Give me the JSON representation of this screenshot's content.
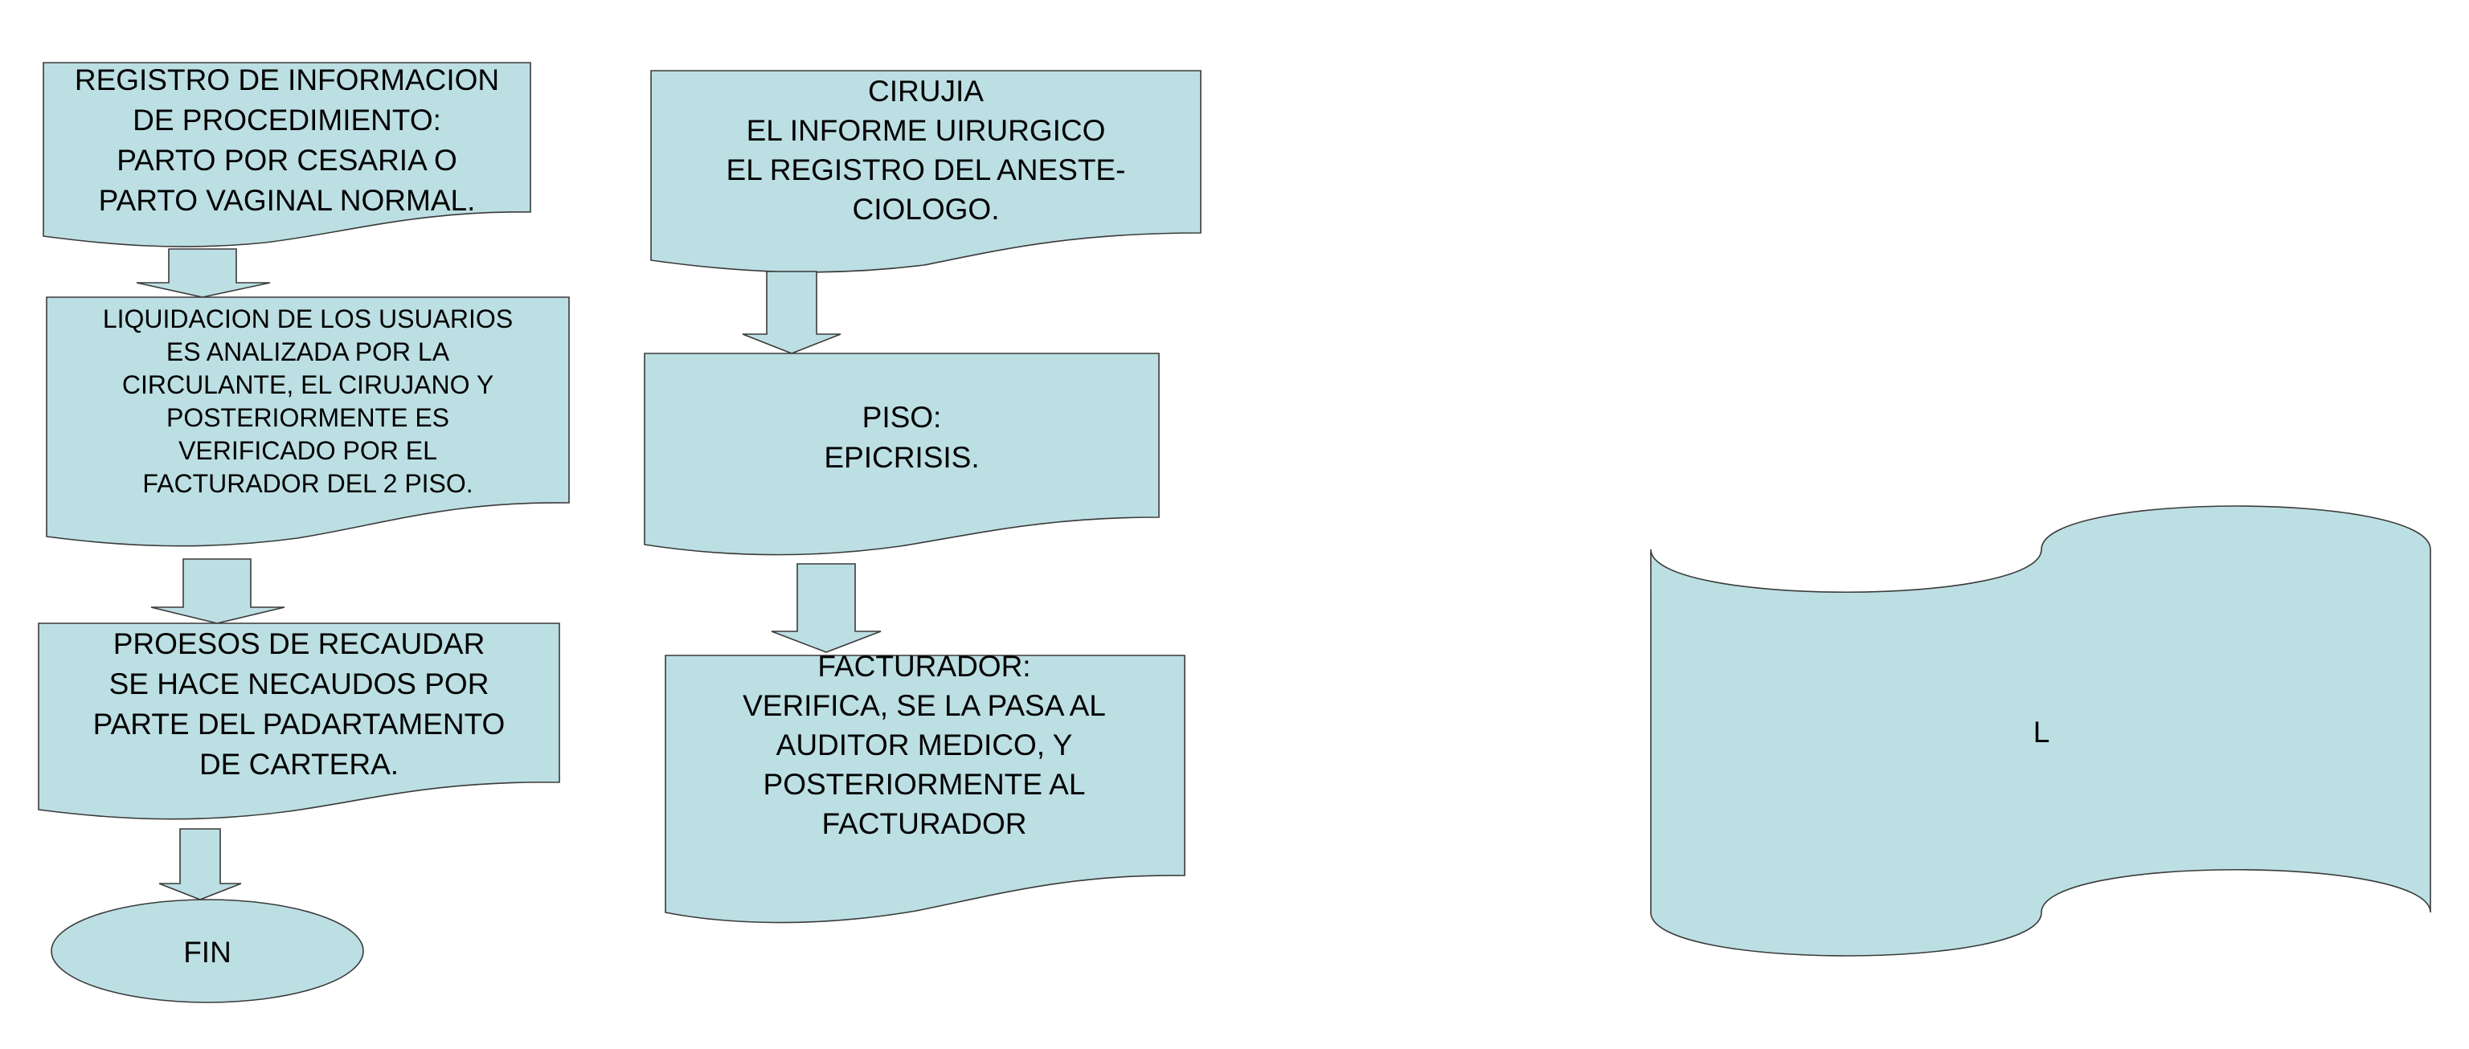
{
  "colors": {
    "shape_fill": "#bcdfe3",
    "shape_stroke": "#3a3a3a",
    "text": "#000000",
    "background": "#ffffff"
  },
  "nodes": {
    "registro": {
      "lines": [
        "REGISTRO DE INFORMACION",
        "DE PROCEDIMIENTO:",
        "PARTO POR CESARIA O",
        "PARTO VAGINAL NORMAL."
      ]
    },
    "liquidacion": {
      "lines": [
        "LIQUIDACION DE LOS USUARIOS",
        "ES ANALIZADA POR LA",
        "CIRCULANTE, EL CIRUJANO Y",
        "POSTERIORMENTE ES",
        "VERIFICADO POR EL",
        "FACTURADOR DEL 2 PISO."
      ]
    },
    "recaudar": {
      "lines": [
        "PROESOS DE RECAUDAR",
        "SE HACE NECAUDOS POR",
        "PARTE DEL PADARTAMENTO",
        "DE CARTERA."
      ]
    },
    "fin": {
      "lines": [
        "FIN"
      ]
    },
    "cirujia": {
      "lines": [
        "CIRUJIA",
        "EL INFORME UIRURGICO",
        "EL REGISTRO DEL ANESTE-",
        "CIOLOGO."
      ]
    },
    "piso": {
      "lines": [
        "PISO:",
        "EPICRISIS."
      ]
    },
    "facturador": {
      "lines": [
        "FACTURADOR:",
        "VERIFICA, SE LA PASA AL",
        "AUDITOR MEDICO, Y",
        "POSTERIORMENTE AL",
        "FACTURADOR"
      ]
    },
    "tape": {
      "lines": [
        "L"
      ]
    }
  }
}
